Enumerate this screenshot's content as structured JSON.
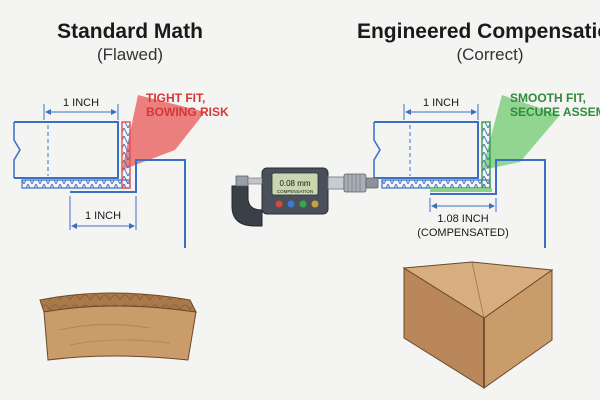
{
  "left": {
    "title": "Standard Math",
    "subtitle": "(Flawed)",
    "top_dim": "1 INCH",
    "bottom_dim": "1 INCH",
    "callout_line1": "TIGHT FIT,",
    "callout_line2": "BOWING RISK",
    "callout_color": "#d33838"
  },
  "right": {
    "title": "Engineered Compensation",
    "subtitle": "(Correct)",
    "top_dim": "1 INCH",
    "bottom_dim_line1": "1.08 INCH",
    "bottom_dim_line2": "(COMPENSATED)",
    "callout_line1": "SMOOTH FIT,",
    "callout_line2": "SECURE ASSEMBLY",
    "callout_color": "#2e8b3a"
  },
  "micrometer": {
    "reading": "0.08 mm",
    "caption": "COMPENSATION"
  },
  "colors": {
    "line": "#3a6fc4",
    "cardboard": "#c99c6a",
    "cardboard_dark": "#a9794a"
  }
}
